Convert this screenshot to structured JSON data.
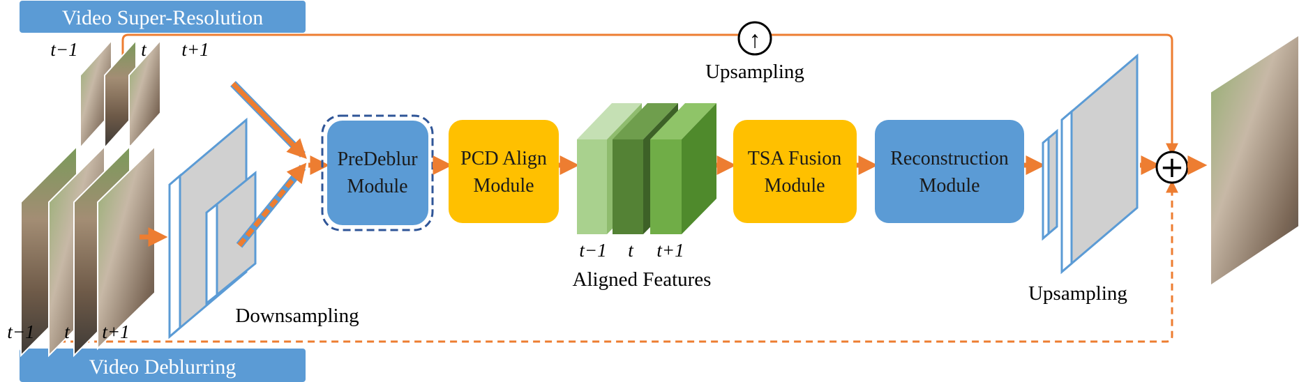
{
  "banners": {
    "super_resolution": "Video Super-Resolution",
    "deblurring": "Video Deblurring"
  },
  "frame_labels": {
    "sr": [
      "t−1",
      "t",
      "t+1"
    ],
    "deblur": [
      "t−1",
      "t",
      "t+1"
    ],
    "aligned": [
      "t−1",
      "t",
      "t+1"
    ]
  },
  "modules": {
    "predeblur": [
      "PreDeblur",
      "Module"
    ],
    "pcd_align": [
      "PCD Align",
      "Module"
    ],
    "tsa_fusion": [
      "TSA Fusion",
      "Module"
    ],
    "reconstruction": [
      "Reconstruction",
      "Module"
    ]
  },
  "labels": {
    "downsampling": "Downsampling",
    "aligned_features": "Aligned Features",
    "upsampling_bottom": "Upsampling",
    "upsampling_top": "Upsampling"
  },
  "symbols": {
    "upsample_op": "↑",
    "add_op": "+"
  },
  "colors": {
    "banner": "#5b9bd5",
    "arrow": "#ed7d31",
    "blue_module": "#5b9bd5",
    "yellow_module": "#ffc000",
    "green_light": "#a9d18e",
    "green_dark": "#548235",
    "green_mid": "#70ad47",
    "block_border": "#5b9bd5",
    "block_fill": "#d0d0d0"
  },
  "icons": [
    "up-arrow-circle-icon",
    "plus-circle-icon"
  ]
}
